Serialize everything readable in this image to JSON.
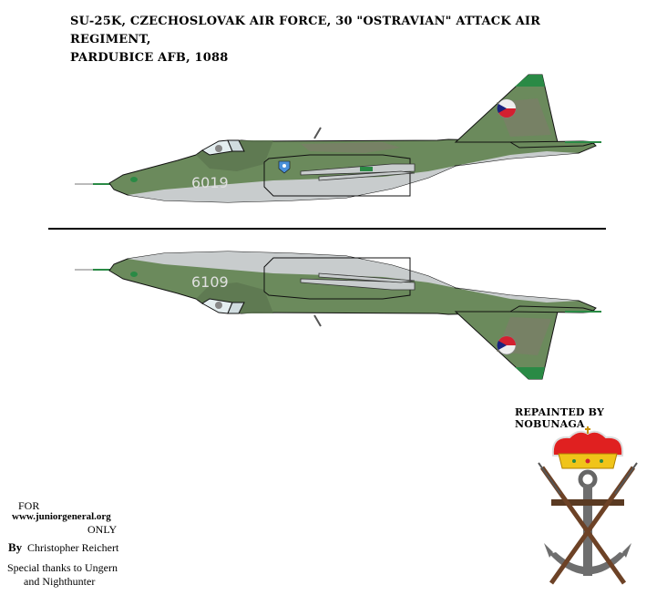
{
  "title": {
    "line1": "SU-25K, Czechoslovak Air Force, 30 \"Ostravian\" Attack Air Regiment,",
    "line2": "Pardubice AFB, 1088"
  },
  "aircraft": [
    {
      "view": "top",
      "serial": "6019",
      "orientation": "upright"
    },
    {
      "view": "bottom",
      "serial": "6109",
      "orientation": "mirrored-vertically"
    }
  ],
  "credits": {
    "for_label": "FOR",
    "site": "www.juniorgeneral.org",
    "only_label": "ONLY",
    "by_label": "By",
    "author": "Christopher Reichert",
    "thanks_line1": "Special thanks to Ungern",
    "thanks_line2": "and Nighthunter"
  },
  "repainted": "Repainted by Nobunaga",
  "colors": {
    "camo_green": "#6b8a5c",
    "camo_dark": "#5d7650",
    "camo_brown": "#7f7c6a",
    "belly_grey": "#c8cccd",
    "tail_tip_green": "#2a8a45",
    "roundel_blue": "#1a237e",
    "roundel_red": "#d32030",
    "serial_color": "#e0e0e0"
  },
  "icons": {
    "roundel": "czechoslovak-roundel",
    "unit_badge": "unit-badge",
    "emblem": "crowned-anchor-crossed-rifles-emblem"
  }
}
